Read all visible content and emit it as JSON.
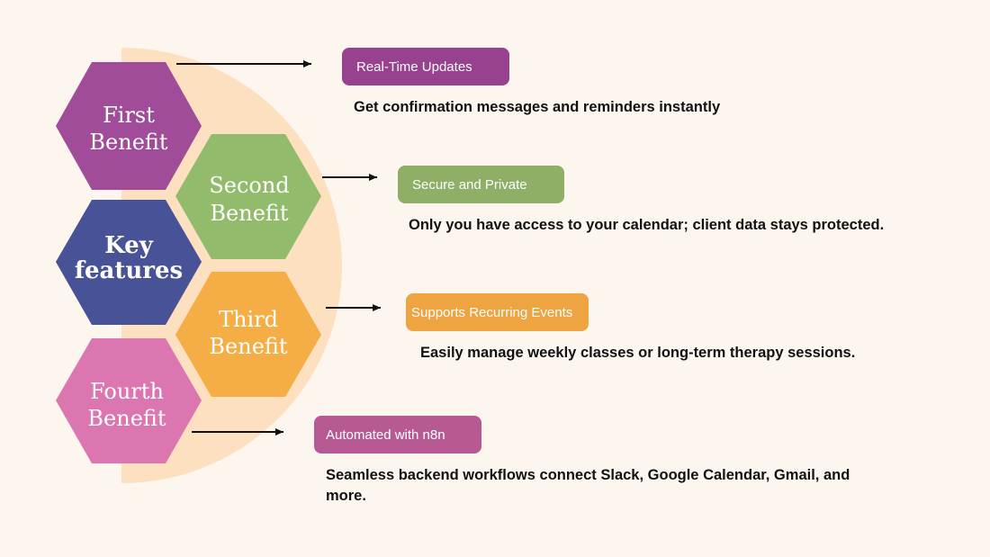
{
  "center": {
    "title_line1": "Key",
    "title_line2": "features",
    "color": "#475396"
  },
  "hexagons": [
    {
      "line1": "First",
      "line2": "Benefit",
      "color": "#a04c99"
    },
    {
      "line1": "Second",
      "line2": "Benefit",
      "color": "#93bb6c"
    },
    {
      "line1": "Third",
      "line2": "Benefit",
      "color": "#f5ae45"
    },
    {
      "line1": "Fourth",
      "line2": "Benefit",
      "color": "#dc76b0"
    }
  ],
  "benefits": [
    {
      "label": "Real-Time Updates",
      "color": "#97418f",
      "description": "Get confirmation messages and reminders instantly"
    },
    {
      "label": "Secure and Private",
      "color": "#8fae66",
      "description": "Only you have access to your calendar; client data stays protected."
    },
    {
      "label": "Supports Recurring Events",
      "color": "#eda441",
      "description": "Easily manage weekly classes or long-term therapy sessions."
    },
    {
      "label": "Automated with n8n",
      "color": "#b75a93",
      "description": "Seamless backend workflows connect Slack, Google Calendar, Gmail, and more."
    }
  ],
  "colors": {
    "background": "#fdf6ef",
    "half_circle": "#fde0c0",
    "arrow": "#111111"
  }
}
